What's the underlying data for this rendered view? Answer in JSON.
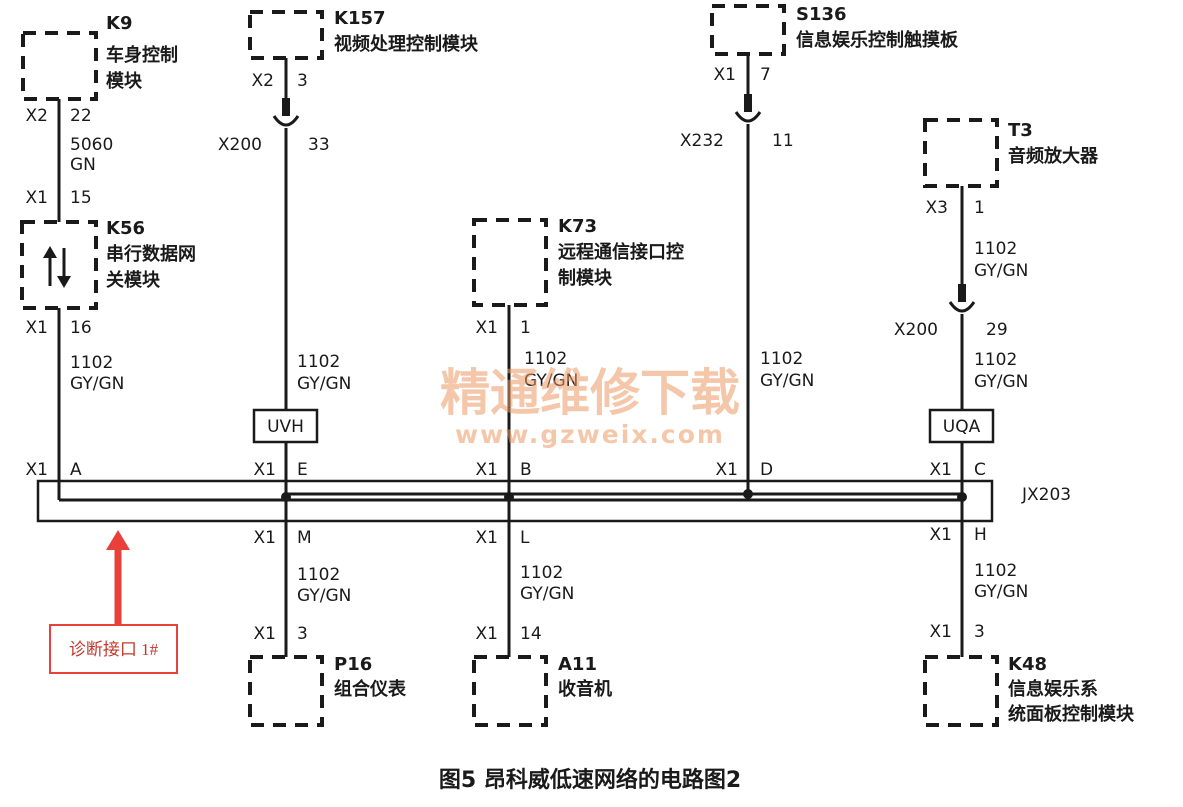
{
  "modules": {
    "k9": {
      "id": "K9",
      "name1": "车身控制",
      "name2": "模块"
    },
    "k157": {
      "id": "K157",
      "name1": "视频处理控制模块"
    },
    "s136": {
      "id": "S136",
      "name1": "信息娱乐控制触摸板"
    },
    "t3": {
      "id": "T3",
      "name1": "音频放大器"
    },
    "k56": {
      "id": "K56",
      "name1": "串行数据网",
      "name2": "关模块"
    },
    "k73": {
      "id": "K73",
      "name1": "远程通信接口控",
      "name2": "制模块"
    },
    "p16": {
      "id": "P16",
      "name1": "组合仪表"
    },
    "a11": {
      "id": "A11",
      "name1": "收音机"
    },
    "k48": {
      "id": "K48",
      "name1": "信息娱乐系",
      "name2": "统面板控制模块"
    }
  },
  "pins": {
    "k9_conn": "X2",
    "k9_pin": "22",
    "k56_top_conn": "X1",
    "k56_top_pin": "15",
    "k56_bot_conn": "X1",
    "k56_bot_pin": "16",
    "k157_conn": "X2",
    "k157_pin": "3",
    "s136_conn": "X1",
    "s136_pin": "7",
    "t3_conn": "X3",
    "t3_pin": "1",
    "k73_conn": "X1",
    "k73_pin": "1",
    "x200a_conn": "X200",
    "x200a_pin": "33",
    "x232_conn": "X232",
    "x232_pin": "11",
    "x200b_conn": "X200",
    "x200b_pin": "29",
    "bus_a_conn": "X1",
    "bus_a_pin": "A",
    "bus_e_conn": "X1",
    "bus_e_pin": "E",
    "bus_b_conn": "X1",
    "bus_b_pin": "B",
    "bus_d_conn": "X1",
    "bus_d_pin": "D",
    "bus_c_conn": "X1",
    "bus_c_pin": "C",
    "bus_m_conn": "X1",
    "bus_m_pin": "M",
    "bus_l_conn": "X1",
    "bus_l_pin": "L",
    "bus_h_conn": "X1",
    "bus_h_pin": "H",
    "p16_conn": "X1",
    "p16_pin": "3",
    "a11_conn": "X1",
    "a11_pin": "14",
    "k48_conn": "X1",
    "k48_pin": "3"
  },
  "wires": {
    "w5060_num": "5060",
    "w5060_color": "GN",
    "num": "1102",
    "color": "GY/GN"
  },
  "splices": {
    "uvh": "UVH",
    "uqa": "UQA"
  },
  "bus_label": "JX203",
  "diag_port": "诊断接口 1#",
  "watermark": {
    "cn": "精通维修下载",
    "url": "www.gzweix.com"
  },
  "caption": "图5 昂科威低速网络的电路图2"
}
